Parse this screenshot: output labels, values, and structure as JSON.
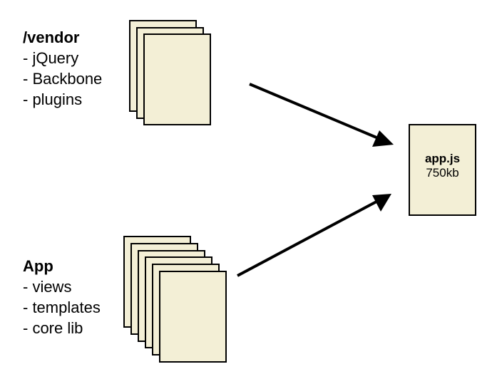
{
  "vendor": {
    "title": "/vendor",
    "items": [
      "- jQuery",
      "- Backbone",
      "- plugins"
    ]
  },
  "app": {
    "title": "App",
    "items": [
      "- views",
      "- templates",
      "- core lib"
    ]
  },
  "output": {
    "name": "app.js",
    "size": "750kb"
  },
  "colors": {
    "file_fill": "#f3efd6",
    "stroke": "#000000"
  }
}
